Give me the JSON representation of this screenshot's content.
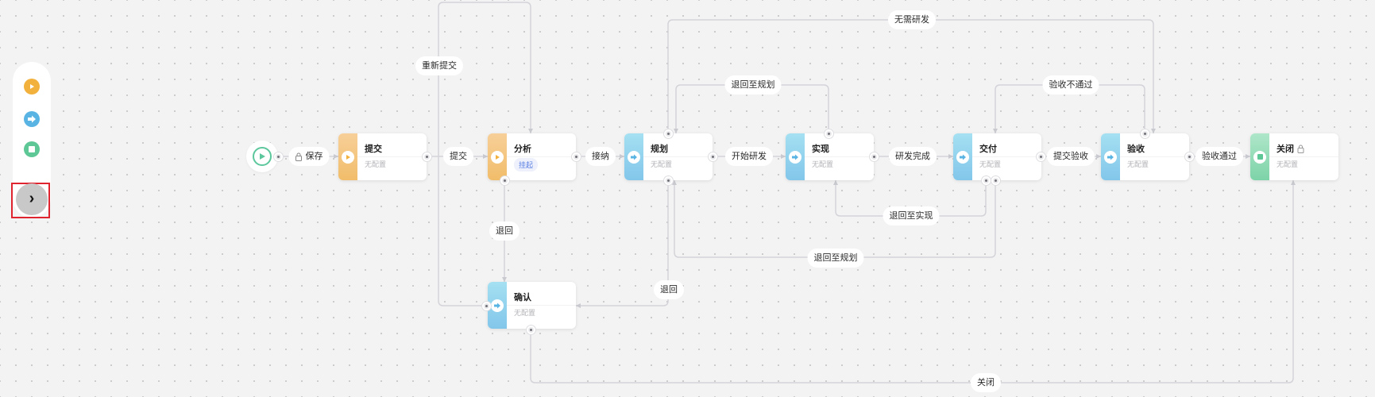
{
  "palette": {
    "items": [
      {
        "name": "start-state-icon",
        "color": "#f2b13d"
      },
      {
        "name": "process-state-icon",
        "color": "#5ab4e3"
      },
      {
        "name": "end-state-icon",
        "color": "#5dc896"
      }
    ],
    "expand_icon": "›"
  },
  "colors": {
    "highlight": "#e0242f",
    "orange": "#f2b13d",
    "blue": "#5ab4e3",
    "green": "#5dc896",
    "badge": "#5b7fe4"
  },
  "flow": {
    "save_label": "保存",
    "nodes": {
      "submit": {
        "title": "提交",
        "sub": "无配置"
      },
      "analyze": {
        "title": "分析",
        "badge": "挂起"
      },
      "plan": {
        "title": "规划",
        "sub": "无配置"
      },
      "implement": {
        "title": "实现",
        "sub": "无配置"
      },
      "deliver": {
        "title": "交付",
        "sub": "无配置"
      },
      "accept": {
        "title": "验收",
        "sub": "无配置"
      },
      "close": {
        "title": "关闭",
        "sub": "无配置"
      },
      "confirm": {
        "title": "确认",
        "sub": "无配置"
      }
    },
    "edges": {
      "submit": "提交",
      "accept_in": "接纳",
      "start_dev": "开始研发",
      "dev_done": "研发完成",
      "submit_accept": "提交验收",
      "accept_pass": "验收通过",
      "resubmit": "重新提交",
      "no_dev": "无需研发",
      "back_to_plan_top": "退回至规划",
      "accept_fail": "验收不通过",
      "back_to_impl": "退回至实现",
      "back_to_plan_bottom": "退回至规划",
      "back_left": "退回",
      "back_right": "退回",
      "close": "关闭"
    }
  }
}
